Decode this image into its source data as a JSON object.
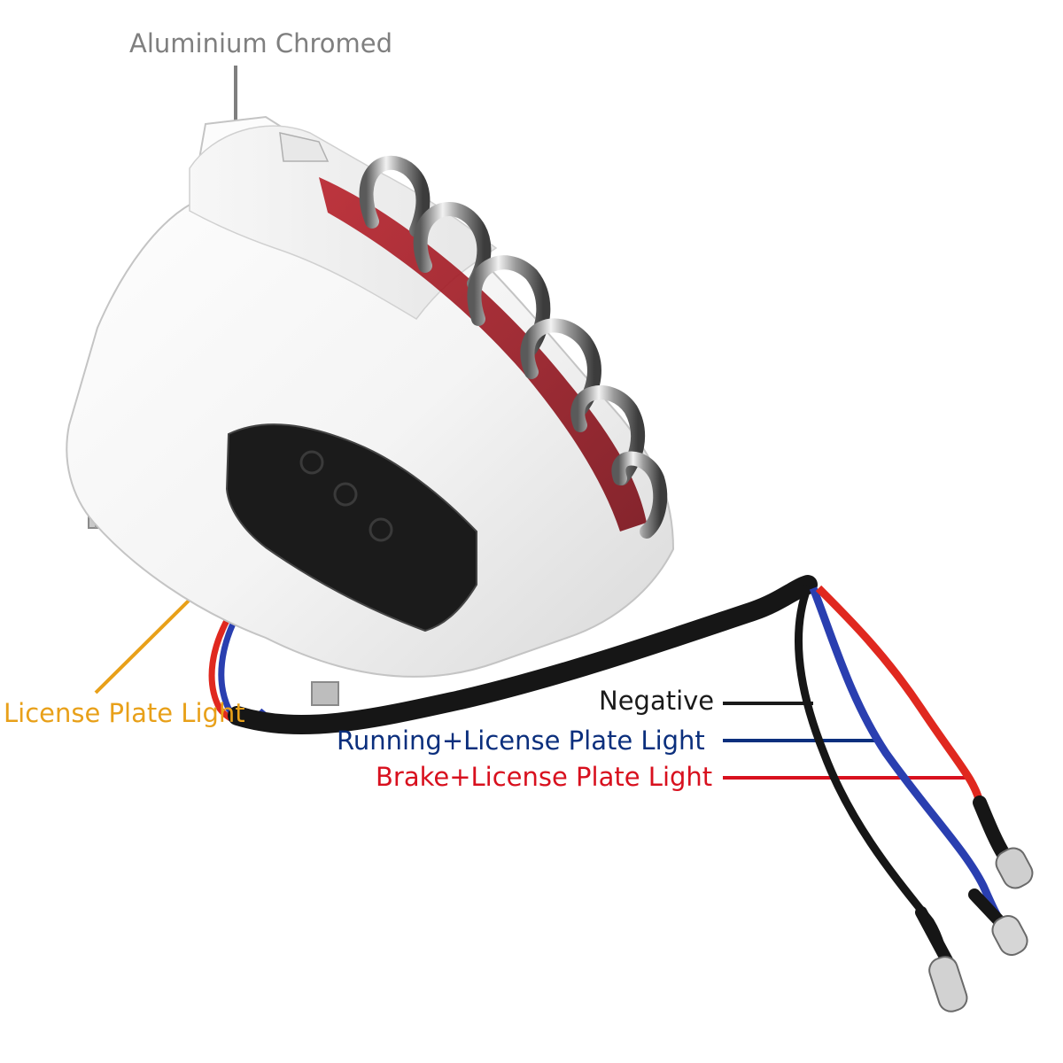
{
  "callouts": {
    "aluminium": {
      "text": "Aluminium Chromed",
      "color": "#7f7f7f"
    },
    "license_plate": {
      "text": "License Plate Light",
      "color": "#e8a019"
    },
    "negative": {
      "text": "Negative",
      "color": "#1a1a1a"
    },
    "running": {
      "text": "Running+License Plate Light",
      "color": "#0b2f7d"
    },
    "brake": {
      "text": "Brake+License Plate Light",
      "color": "#d8101e"
    }
  },
  "wire_colors": {
    "black": "#161616",
    "blue": "#2a3fb0",
    "red": "#e0281f"
  }
}
